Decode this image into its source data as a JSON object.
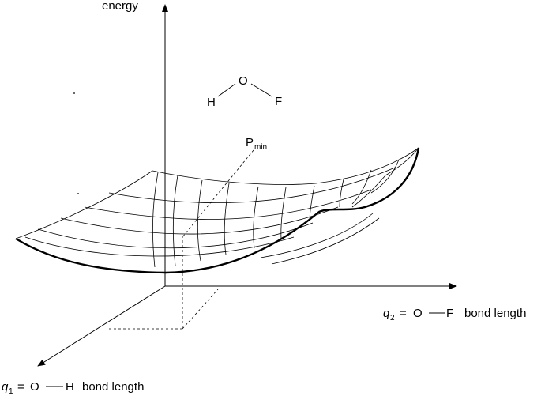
{
  "diagram": {
    "axes": {
      "energy_label": "energy",
      "q2": {
        "symbol": "q",
        "subscript": "2",
        "equals": "=",
        "atom_a": "O",
        "atom_b": "F",
        "suffix": "bond length"
      },
      "q1": {
        "symbol": "q",
        "subscript": "1",
        "equals": "=",
        "atom_a": "O",
        "atom_b": "H",
        "suffix": "bond length"
      }
    },
    "molecule": {
      "atom_left": "H",
      "atom_center": "O",
      "atom_right": "F"
    },
    "minimum": {
      "label": "P",
      "subscript": "min"
    },
    "colors": {
      "ink": "#000000",
      "background": "#ffffff"
    }
  }
}
